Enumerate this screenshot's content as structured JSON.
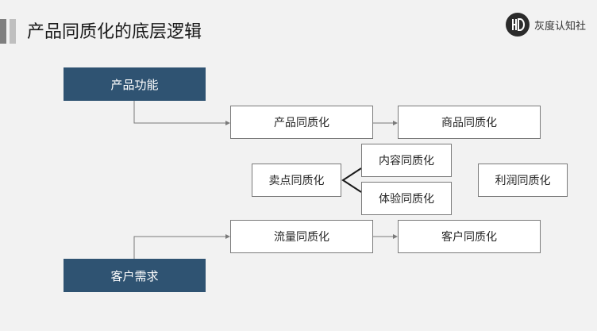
{
  "header": {
    "title": "产品同质化的底层逻辑",
    "brand_name": "灰度认知社",
    "brand_icon": "hd-logo-icon"
  },
  "nodes": {
    "product_function": "产品功能",
    "customer_demand": "客户需求",
    "product_homogenization": "产品同质化",
    "goods_homogenization": "商品同质化",
    "selling_point_homogenization": "卖点同质化",
    "content_homogenization": "内容同质化",
    "experience_homogenization": "体验同质化",
    "profit_homogenization": "利润同质化",
    "traffic_homogenization": "流量同质化",
    "client_homogenization": "客户同质化"
  },
  "colors": {
    "dark_box": "#2f5372",
    "line": "#7a7a7a"
  }
}
